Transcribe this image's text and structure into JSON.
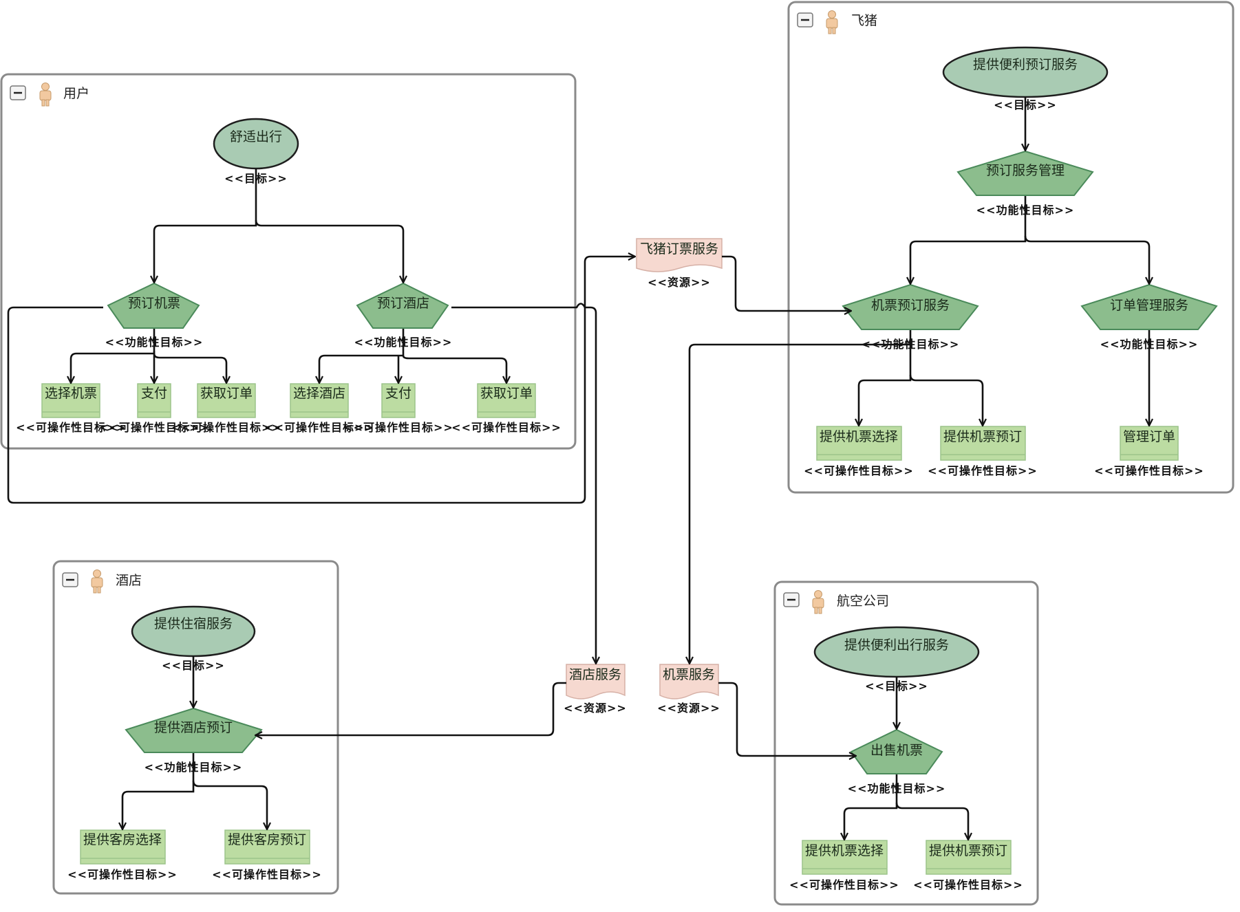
{
  "actors": {
    "user": "用户",
    "fliggy": "飞猪",
    "hotel": "酒店",
    "airline": "航空公司"
  },
  "nodes": {
    "u_goal": "舒适出行",
    "u_book_flight": "预订机票",
    "u_book_hotel": "预订酒店",
    "u_select_flight": "选择机票",
    "u_pay1": "支付",
    "u_get_order1": "获取订单",
    "u_select_hotel": "选择酒店",
    "u_pay2": "支付",
    "u_get_order2": "获取订单",
    "f_goal": "提供便利预订服务",
    "f_booking_mgmt": "预订服务管理",
    "f_flight_booking": "机票预订服务",
    "f_order_mgmt": "订单管理服务",
    "f_provide_select": "提供机票选择",
    "f_provide_book": "提供机票预订",
    "f_manage_order": "管理订单",
    "r_fliggy_ticket": "飞猪订票服务",
    "r_hotel_service": "酒店服务",
    "r_ticket_service": "机票服务",
    "h_goal": "提供住宿服务",
    "h_provide_booking": "提供酒店预订",
    "h_room_select": "提供客房选择",
    "h_room_book": "提供客房预订",
    "a_goal": "提供便利出行服务",
    "a_sell": "出售机票",
    "a_provide_select": "提供机票选择",
    "a_provide_book": "提供机票预订"
  },
  "stereotypes": {
    "goal": "<<目标>>",
    "functional": "<<功能性目标>>",
    "operational": "<<可操作性目标>>",
    "resource": "<<资源>>"
  },
  "colors": {
    "goal_fill": "#a9cbb3",
    "soft_goal_fill": "#8cbd8d",
    "task_fill": "#bcdca2",
    "resource_fill": "#f6d9d0",
    "actor_border": "#8a8a8a"
  },
  "icons": {
    "collapse": "minus-icon",
    "actor": "person-icon"
  }
}
